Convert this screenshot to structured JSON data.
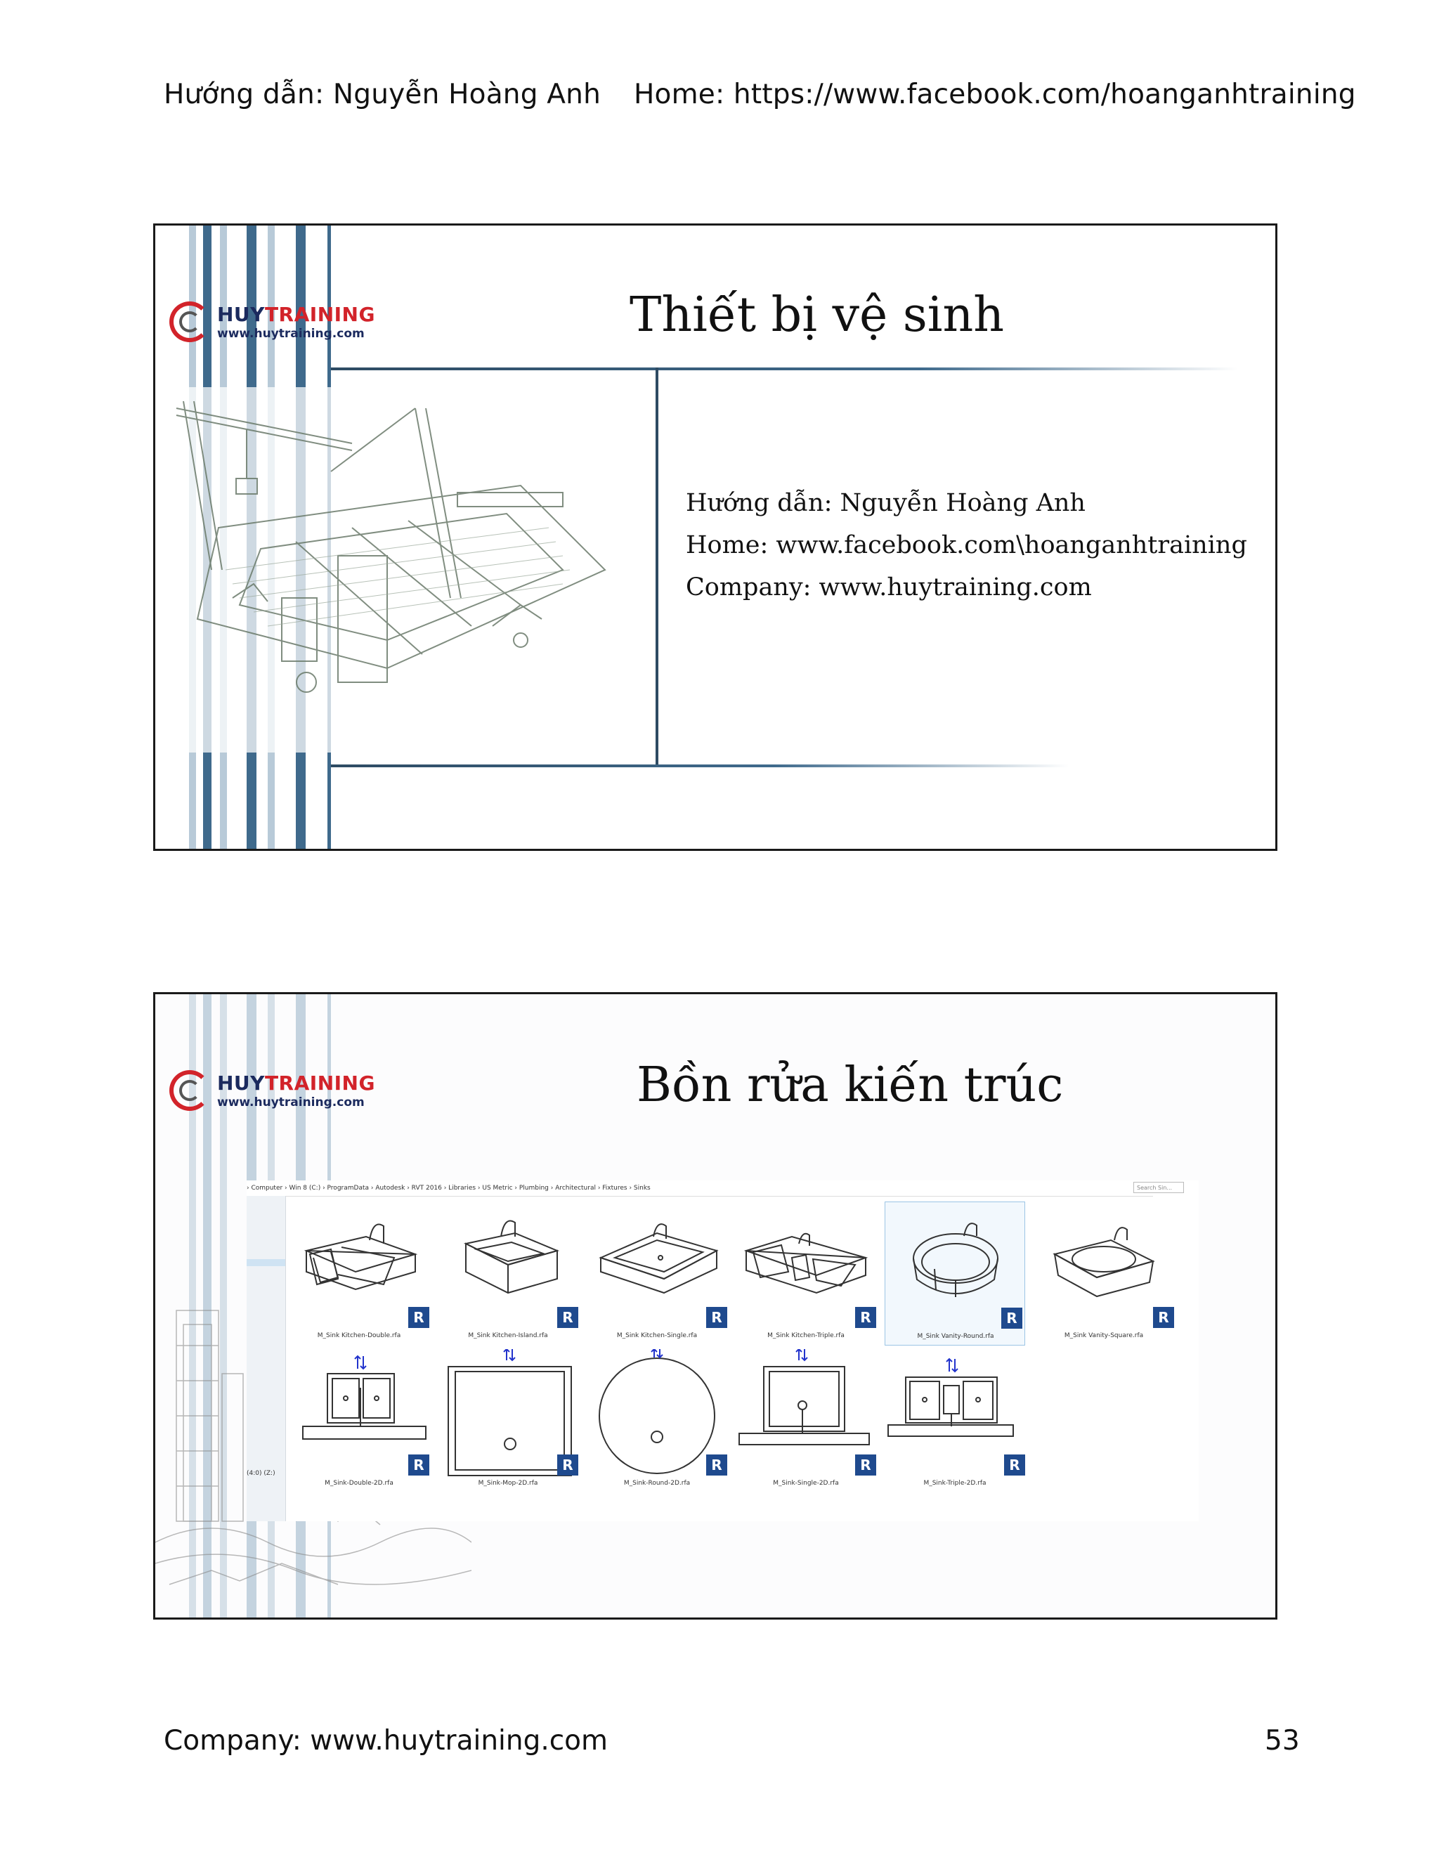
{
  "header": {
    "left": "Hướng dẫn: Nguyễn Hoàng Anh",
    "right": "Home: https://www.facebook.com/hoanganhtraining"
  },
  "footer": {
    "company": "Company: www.huytraining.com",
    "page_number": "53"
  },
  "logo": {
    "name_part1": "HUY",
    "name_part2": "TRAINING",
    "url": "www.huytraining.com"
  },
  "slide1": {
    "title": "Thiết bị vệ sinh",
    "lines": [
      "Hướng dẫn: Nguyễn Hoàng Anh",
      "Home: www.facebook.com\\hoanganhtraining",
      "Company: www.huytraining.com"
    ]
  },
  "slide2": {
    "title": "Bồn rửa kiến trúc",
    "explorer": {
      "path": "› Computer › Win 8 (C:) › ProgramData › Autodesk › RVT 2016 › Libraries › US Metric › Plumbing › Architectural › Fixtures › Sinks",
      "search_placeholder": "Search Sin...",
      "drive_label": "(4:0) (Z:)",
      "files": [
        "M_Sink Kitchen-Double.rfa",
        "M_Sink Kitchen-Island.rfa",
        "M_Sink Kitchen-Single.rfa",
        "M_Sink Kitchen-Triple.rfa",
        "M_Sink Vanity-Round.rfa",
        "M_Sink Vanity-Square.rfa",
        "M_Sink-Double-2D.rfa",
        "M_Sink-Mop-2D.rfa",
        "M_Sink-Round-2D.rfa",
        "M_Sink-Single-2D.rfa",
        "M_Sink-Triple-2D.rfa"
      ],
      "selected_index": 4,
      "badge_letter": "R"
    }
  },
  "colors": {
    "bar_dark": "#3f6a8c",
    "bar_light": "#b8cad8",
    "line_accent": "#2e4b63",
    "logo_red": "#d2232a",
    "logo_navy": "#1b2a5e",
    "revit_badge": "#1f4a8e"
  }
}
